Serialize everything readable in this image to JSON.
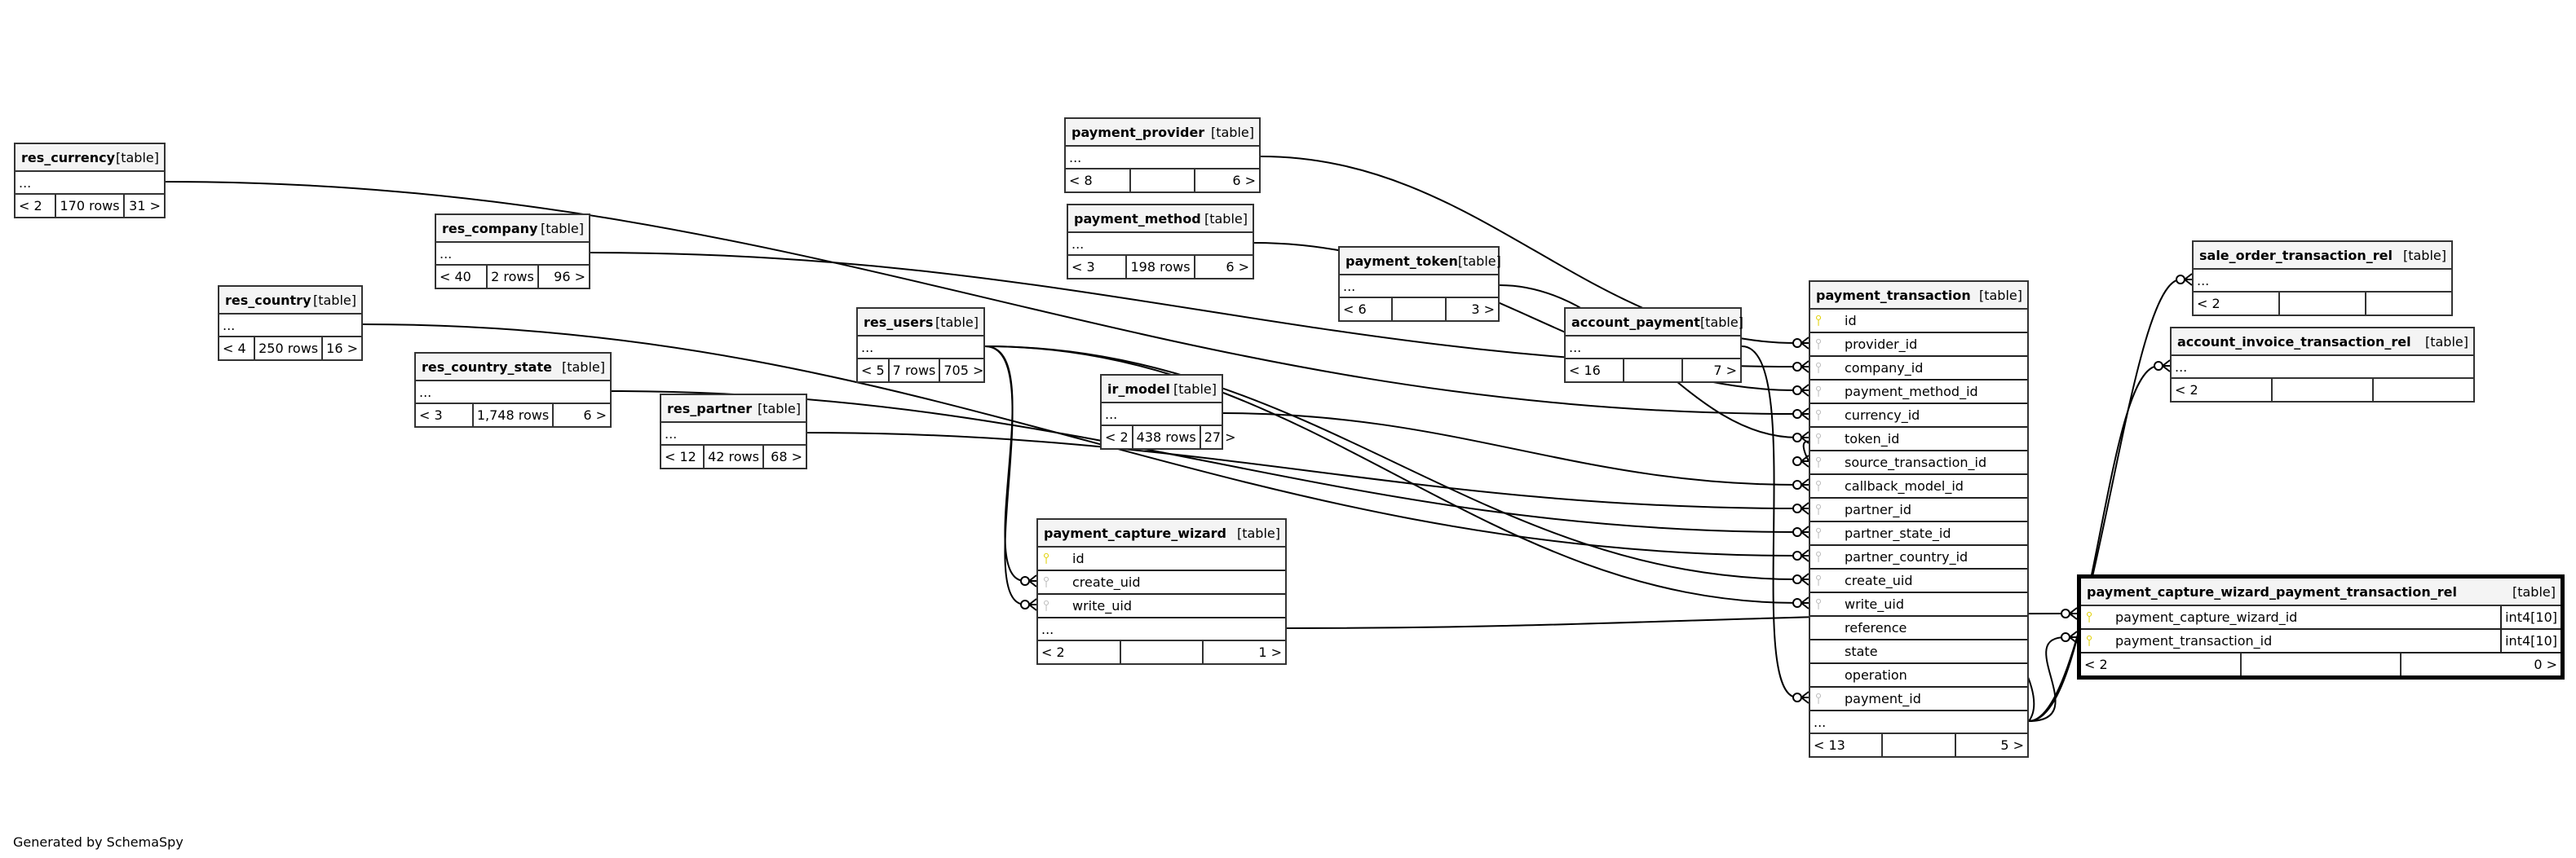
{
  "diagram": {
    "generator_note": "Generated by SchemaSpy",
    "table_tag": "[table]",
    "more_marker": "...",
    "tables": [
      {
        "id": "res_currency",
        "name": "res_currency",
        "columns": [],
        "children": "< 2",
        "rows": "170 rows",
        "parents": "31 >"
      },
      {
        "id": "res_company",
        "name": "res_company",
        "columns": [],
        "children": "< 40",
        "rows": "2 rows",
        "parents": "96 >"
      },
      {
        "id": "res_country",
        "name": "res_country",
        "columns": [],
        "children": "< 4",
        "rows": "250 rows",
        "parents": "16 >"
      },
      {
        "id": "res_country_state",
        "name": "res_country_state",
        "columns": [],
        "children": "< 3",
        "rows": "1,748 rows",
        "parents": "6 >"
      },
      {
        "id": "res_partner",
        "name": "res_partner",
        "columns": [],
        "children": "< 12",
        "rows": "42 rows",
        "parents": "68 >"
      },
      {
        "id": "res_users",
        "name": "res_users",
        "columns": [],
        "children": "< 5",
        "rows": "7 rows",
        "parents": "705 >"
      },
      {
        "id": "payment_provider",
        "name": "payment_provider",
        "columns": [],
        "children": "< 8",
        "rows": "",
        "parents": "6 >"
      },
      {
        "id": "payment_method",
        "name": "payment_method",
        "columns": [],
        "children": "< 3",
        "rows": "198 rows",
        "parents": "6 >"
      },
      {
        "id": "ir_model",
        "name": "ir_model",
        "columns": [],
        "children": "< 2",
        "rows": "438 rows",
        "parents": "27 >"
      },
      {
        "id": "payment_token",
        "name": "payment_token",
        "columns": [],
        "children": "< 6",
        "rows": "",
        "parents": "3 >"
      },
      {
        "id": "account_payment",
        "name": "account_payment",
        "columns": [],
        "children": "< 16",
        "rows": "",
        "parents": "7 >"
      },
      {
        "id": "payment_capture_wizard",
        "name": "payment_capture_wizard",
        "columns": [
          {
            "name": "id",
            "key": "pk"
          },
          {
            "name": "create_uid",
            "key": "fk"
          },
          {
            "name": "write_uid",
            "key": "fk"
          }
        ],
        "children": "< 2",
        "rows": "",
        "parents": "1 >"
      },
      {
        "id": "payment_transaction",
        "name": "payment_transaction",
        "columns": [
          {
            "name": "id",
            "key": "pk"
          },
          {
            "name": "provider_id",
            "key": "fk"
          },
          {
            "name": "company_id",
            "key": "fk"
          },
          {
            "name": "payment_method_id",
            "key": "fk"
          },
          {
            "name": "currency_id",
            "key": "fk"
          },
          {
            "name": "token_id",
            "key": "fk"
          },
          {
            "name": "source_transaction_id",
            "key": "fk"
          },
          {
            "name": "callback_model_id",
            "key": "fk"
          },
          {
            "name": "partner_id",
            "key": "fk"
          },
          {
            "name": "partner_state_id",
            "key": "fk"
          },
          {
            "name": "partner_country_id",
            "key": "fk"
          },
          {
            "name": "create_uid",
            "key": "fk"
          },
          {
            "name": "write_uid",
            "key": "fk"
          },
          {
            "name": "reference",
            "key": ""
          },
          {
            "name": "state",
            "key": ""
          },
          {
            "name": "operation",
            "key": ""
          },
          {
            "name": "payment_id",
            "key": "fk"
          }
        ],
        "children": "< 13",
        "rows": "",
        "parents": "5 >"
      },
      {
        "id": "sale_order_transaction_rel",
        "name": "sale_order_transaction_rel",
        "columns": [],
        "children": "< 2",
        "rows": "",
        "parents": ""
      },
      {
        "id": "account_invoice_transaction_rel",
        "name": "account_invoice_transaction_rel",
        "columns": [],
        "children": "< 2",
        "rows": "",
        "parents": ""
      },
      {
        "id": "payment_capture_wizard_payment_transaction_rel",
        "name": "payment_capture_wizard_payment_transaction_rel",
        "focus": true,
        "columns": [
          {
            "name": "payment_capture_wizard_id",
            "key": "pk",
            "type": "int4[10]"
          },
          {
            "name": "payment_transaction_id",
            "key": "pk",
            "type": "int4[10]"
          }
        ],
        "children": "< 2",
        "rows": "",
        "parents": "0 >",
        "no_more": true
      }
    ],
    "relationships": [
      {
        "from": "payment_transaction.provider_id",
        "to": "payment_provider"
      },
      {
        "from": "payment_transaction.company_id",
        "to": "res_company"
      },
      {
        "from": "payment_transaction.payment_method_id",
        "to": "payment_method"
      },
      {
        "from": "payment_transaction.currency_id",
        "to": "res_currency"
      },
      {
        "from": "payment_transaction.token_id",
        "to": "payment_token"
      },
      {
        "from": "payment_transaction.source_transaction_id",
        "to": "payment_transaction"
      },
      {
        "from": "payment_transaction.callback_model_id",
        "to": "ir_model"
      },
      {
        "from": "payment_transaction.partner_id",
        "to": "res_partner"
      },
      {
        "from": "payment_transaction.partner_state_id",
        "to": "res_country_state"
      },
      {
        "from": "payment_transaction.partner_country_id",
        "to": "res_country"
      },
      {
        "from": "payment_transaction.create_uid",
        "to": "res_users"
      },
      {
        "from": "payment_transaction.write_uid",
        "to": "res_users"
      },
      {
        "from": "payment_transaction.payment_id",
        "to": "account_payment"
      },
      {
        "from": "payment_capture_wizard.create_uid",
        "to": "res_users"
      },
      {
        "from": "payment_capture_wizard.write_uid",
        "to": "res_users"
      },
      {
        "from": "payment_capture_wizard_payment_transaction_rel.payment_capture_wizard_id",
        "to": "payment_capture_wizard"
      },
      {
        "from": "payment_capture_wizard_payment_transaction_rel.payment_transaction_id",
        "to": "payment_transaction"
      },
      {
        "from": "sale_order_transaction_rel",
        "to": "payment_transaction"
      },
      {
        "from": "account_invoice_transaction_rel",
        "to": "payment_transaction"
      }
    ]
  }
}
